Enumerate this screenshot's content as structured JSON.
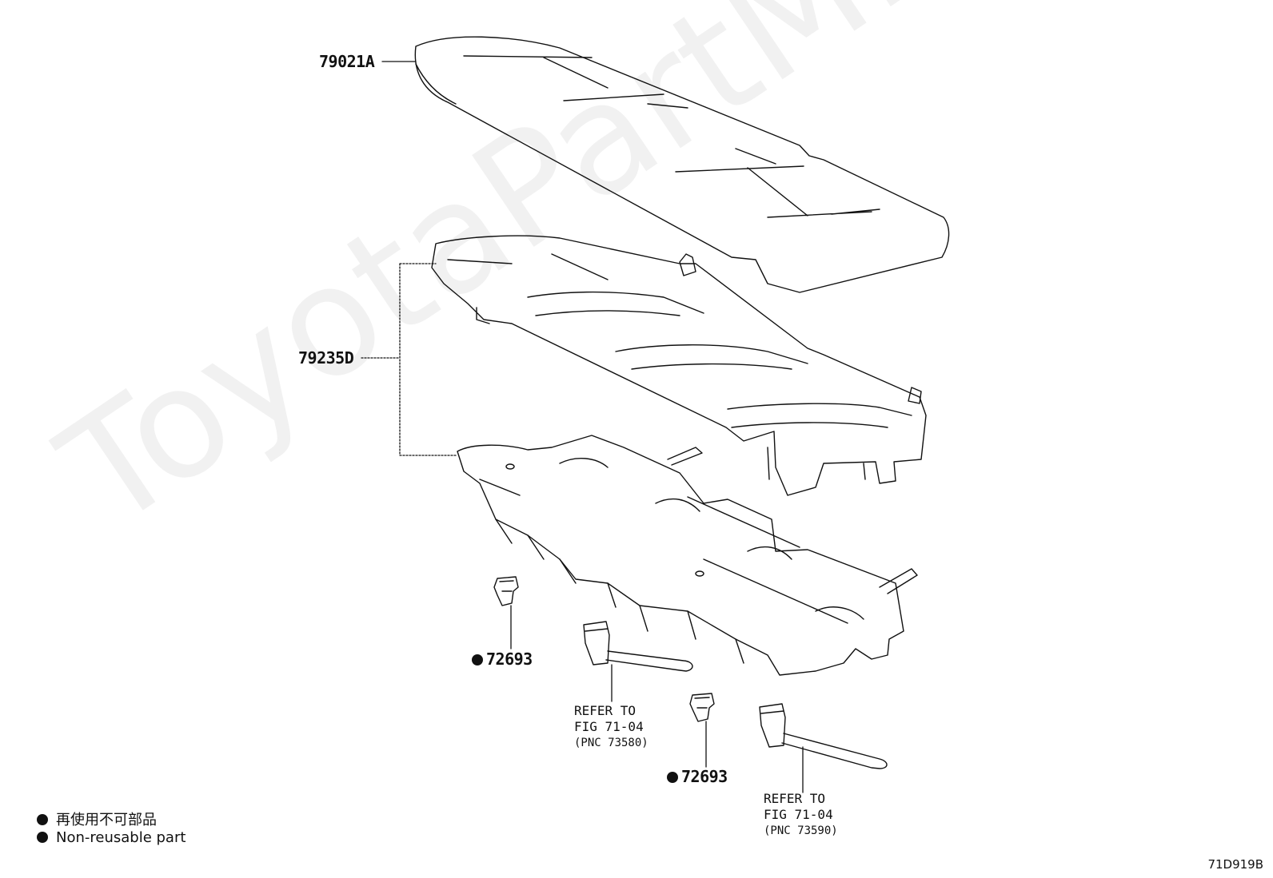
{
  "watermark": "ToyotaPartMine.ru",
  "callouts": {
    "seat_cushion": "79021A",
    "cushion_pad": "79235D",
    "clip_left": "72693",
    "clip_right": "72693"
  },
  "refers": {
    "left": {
      "line1": "REFER TO",
      "line2": "FIG 71-04",
      "line3": "(PNC 73580)"
    },
    "right": {
      "line1": "REFER TO",
      "line2": "FIG 71-04",
      "line3": "(PNC 73590)"
    }
  },
  "legend": {
    "japanese": "再使用不可部品",
    "english": "Non-reusable part"
  },
  "diagram_code": "71D919B",
  "colors": {
    "ink": "#111111",
    "watermark": "#e8e8e8"
  }
}
